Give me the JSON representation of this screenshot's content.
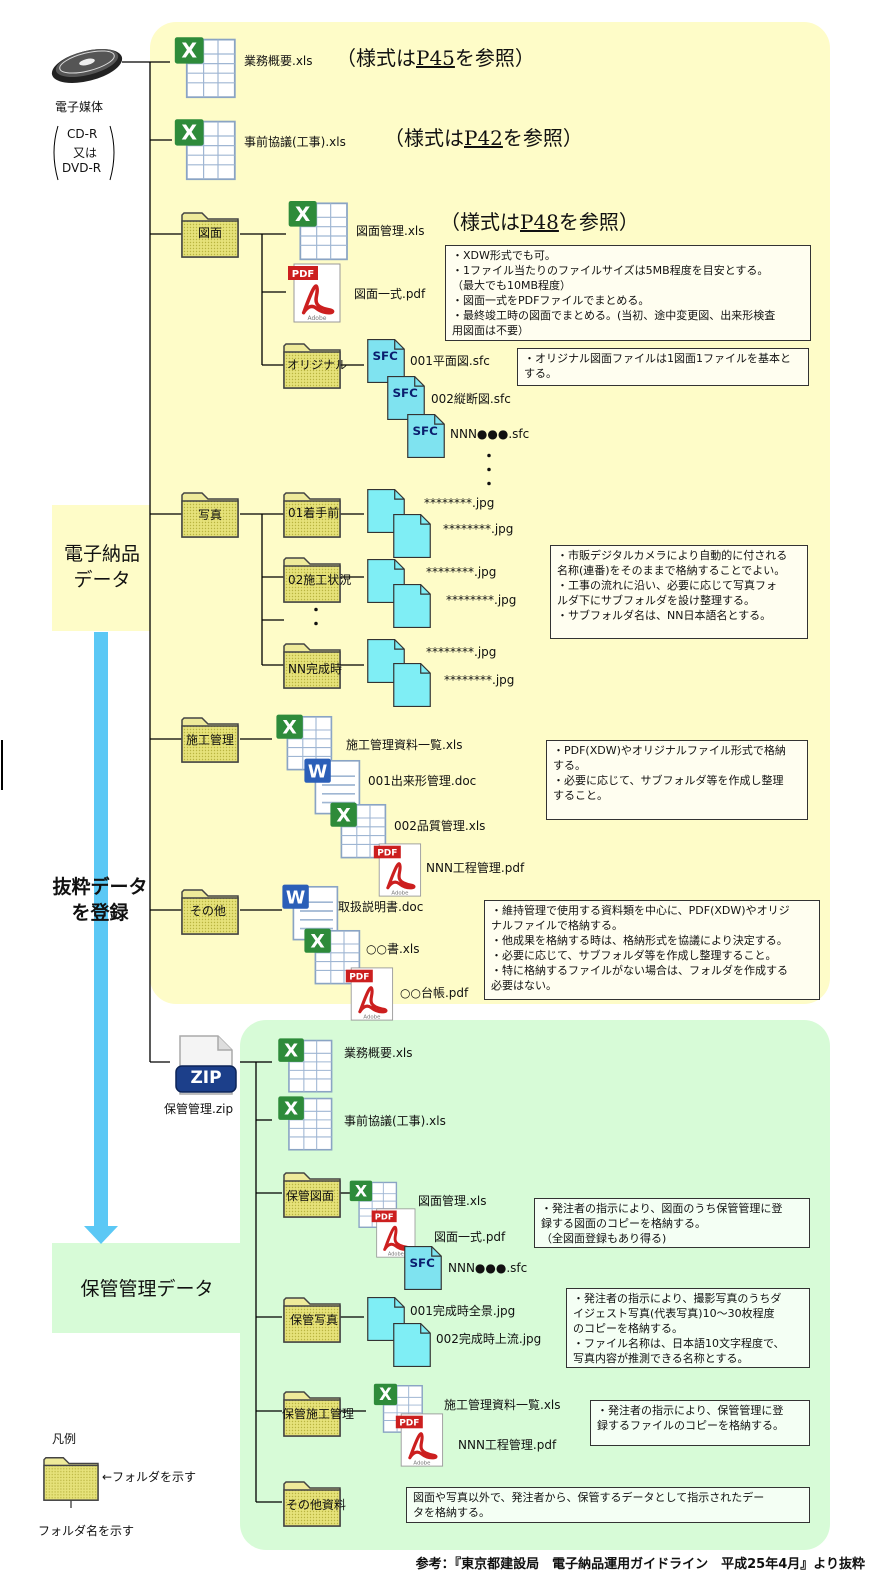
{
  "media": {
    "title": "電子媒体",
    "line1": "CD-R",
    "line2": "又は",
    "line3": "DVD-R"
  },
  "electronic_data_label": {
    "line1": "電子納品",
    "line2": "データ"
  },
  "extract_label": {
    "line1": "抜粋データ",
    "line2": "を登録"
  },
  "storage_data_label": "保管管理データ",
  "top_files": {
    "gyomu": "業務概要.xls",
    "gyomu_ref": "（様式は",
    "gyomu_ref_page": "P45",
    "gyomu_ref_tail": "を参照）",
    "jizen": "事前協議(工事).xls",
    "jizen_ref": "（様式は",
    "jizen_ref_page": "P42",
    "jizen_ref_tail": "を参照）"
  },
  "zumen": {
    "folder": "図面",
    "kanri": "図面管理.xls",
    "ref": "（様式は",
    "ref_page": "P48",
    "ref_tail": "を参照）",
    "isshiki": "図面一式.pdf",
    "note": [
      "・XDW形式でも可。",
      "・1ファイル当たりのファイルサイズは5MB程度を目安とする。",
      "（最大でも10MB程度）",
      "・図面一式をPDFファイルでまとめる。",
      "・最終竣工時の図面でまとめる。(当初、途中変更図、出来形検査",
      "用図面は不要）"
    ],
    "original_folder": "オリジナル",
    "sfc1": "001平面図.sfc",
    "sfc2": "002縦断図.sfc",
    "sfc3": "NNN●●●.sfc",
    "original_note": [
      "・オリジナル図面ファイルは1図面1ファイルを基本と",
      "する。"
    ]
  },
  "shashin": {
    "folder": "写真",
    "sub1": "01着手前",
    "sub2": "02施工状況",
    "sub3": "NN完成時",
    "jpg": "********.jpg",
    "note": [
      "・市販デジタルカメラにより自動的に付される",
      "名称(連番)をそのままで格納することでよい。",
      "・工事の流れに沿い、必要に応じて写真フォ",
      "ルダ下にサブフォルダを設け整理する。",
      "・サブフォルダ名は、NN日本語名とする。"
    ]
  },
  "seko": {
    "folder": "施工管理",
    "f1": "施工管理資料一覧.xls",
    "f2": "001出来形管理.doc",
    "f3": "002品質管理.xls",
    "f4": "NNN工程管理.pdf",
    "note": [
      "・PDF(XDW)やオリジナルファイル形式で格納",
      "する。",
      "・必要に応じて、サブフォルダ等を作成し整理",
      "すること。"
    ]
  },
  "sonota": {
    "folder": "その他",
    "f1": "取扱説明書.doc",
    "f2": "○○書.xls",
    "f3": "○○台帳.pdf",
    "note": [
      "・維持管理で使用する資料類を中心に、PDF(XDW)やオリジ",
      "ナルファイルで格納する。",
      "・他成果を格納する時は、格納形式を協議により決定する。",
      "・必要に応じて、サブフォルダ等を作成し整理すること。",
      "・特に格納するファイルがない場合は、フォルダを作成する",
      "必要はない。"
    ]
  },
  "storage": {
    "zip_badge": "ZIP",
    "zip_name": "保管管理.zip",
    "gyomu": "業務概要.xls",
    "jizen": "事前協議(工事).xls",
    "zumen_folder": "保管図面",
    "zumen_f1": "図面管理.xls",
    "zumen_f2": "図面一式.pdf",
    "zumen_f3": "NNN●●●.sfc",
    "zumen_note": [
      "・発注者の指示により、図面のうち保管管理に登",
      "録する図面のコピーを格納する。",
      "（全図面登録もあり得る)"
    ],
    "shashin_folder": "保管写真",
    "shashin_f1": "001完成時全景.jpg",
    "shashin_f2": "002完成時上流.jpg",
    "shashin_note": [
      "・発注者の指示により、撮影写真のうちダ",
      "イジェスト写真(代表写真)10～30枚程度",
      "のコピーを格納する。",
      "・ファイル名称は、日本語10文字程度で、",
      "写真内容が推測できる名称とする。"
    ],
    "seko_folder": "保管施工管理",
    "seko_f1": "施工管理資料一覧.xls",
    "seko_f2": "NNN工程管理.pdf",
    "seko_note": [
      "・発注者の指示により、保管管理に登",
      "録するファイルのコピーを格納する。"
    ],
    "sonota_folder": "その他資料",
    "sonota_note": [
      "図面や写真以外で、発注者から、保管するデータとして指示されたデー",
      "タを格納する。"
    ]
  },
  "legend": {
    "title": "凡例",
    "folder_shows": "←フォルダを示す",
    "name_shows": "フォルダ名を示す"
  },
  "icon_labels": {
    "sfc": "SFC",
    "pdf": "PDF",
    "adobe": "Adobe"
  },
  "dots": "・",
  "footer": "参考：『東京都建設局　電子納品運用ガイドライン　平成25年4月』より抜粋",
  "colors": {
    "yellow_panel": "#fefcc8",
    "green_panel": "#d7fbd7",
    "arrow": "#5bc8f5",
    "folder": "#d9d65a",
    "sfc_icon": "#7fe3f0",
    "jpg_icon": "#7feef5",
    "pdf_red": "#cc1f1f",
    "excel_green": "#2e8b3a"
  }
}
